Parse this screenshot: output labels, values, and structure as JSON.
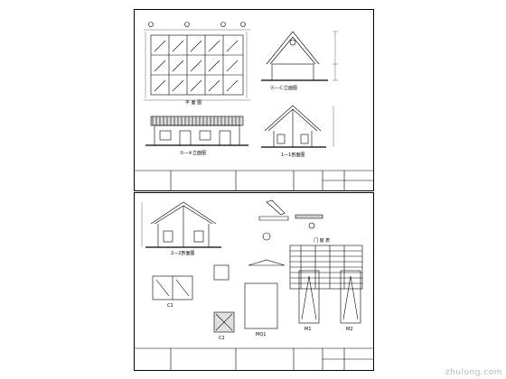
{
  "sheet_top": {
    "plan_title": "平 面 图",
    "section_1_1_title": "1—1剖面图",
    "front_elevation_title": "①—④立面图",
    "side_elevation_title": "Ⓐ—Ⓒ立面图"
  },
  "sheet_bottom": {
    "section_2_2_title": "2—2剖面图",
    "door_table_title": "门 窗 表",
    "c1_label": "C1",
    "c2_label": "C2",
    "m1_label": "M1",
    "m2_label": "M2",
    "mq1_label": "MQ1"
  },
  "watermark": "zhulong.com"
}
